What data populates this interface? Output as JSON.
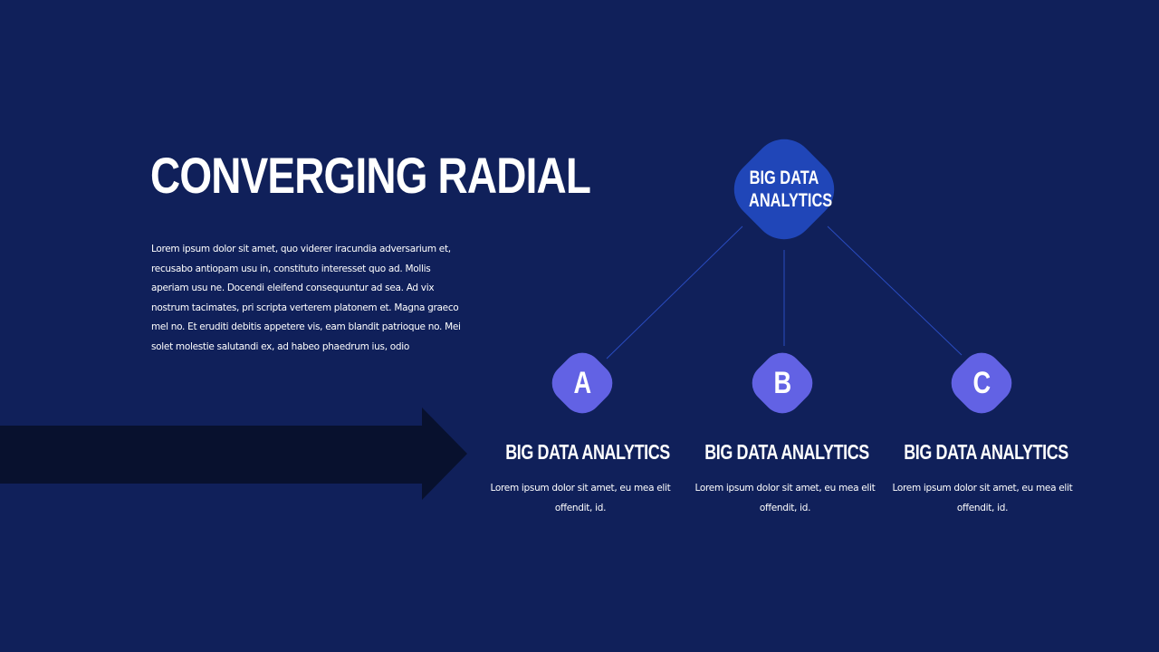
{
  "slide": {
    "title": "CONVERGING RADIAL",
    "body": "Lorem ipsum dolor sit amet, quo viderer iracundia adversarium et, recusabo antiopam usu in, constituto interesset quo ad. Mollis aperiam usu ne. Docendi eleifend consequuntur ad sea. Ad vix nostrum tacimates, pri scripta verterem platonem et. Magna graeco mel no. Et eruditi debitis appetere vis, eam blandit patrioque no. Mei solet molestie salutandi ex, ad habeo phaedrum ius, odio"
  },
  "diagram": {
    "root": {
      "label": "BIG DATA ANALYTICS"
    },
    "children": [
      {
        "letter": "A",
        "title": "BIG DATA  ANALYTICS",
        "text": "Lorem ipsum dolor sit amet, eu mea elit offendit, id."
      },
      {
        "letter": "B",
        "title": "BIG DATA  ANALYTICS",
        "text": "Lorem ipsum dolor sit amet, eu mea elit offendit, id."
      },
      {
        "letter": "C",
        "title": "BIG DATA  ANALYTICS",
        "text": "Lorem ipsum dolor sit amet, eu mea elit offendit, id."
      }
    ]
  },
  "colors": {
    "background": "#10205a",
    "root_node": "#2046b8",
    "child_node": "#6262e4",
    "connector": "#2a4cc0",
    "arrow": "#08112e",
    "text": "#ffffff"
  }
}
